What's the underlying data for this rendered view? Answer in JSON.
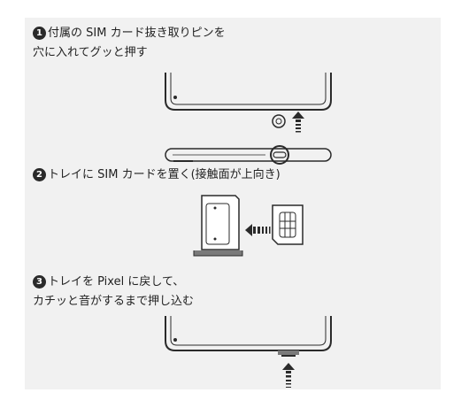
{
  "steps": [
    {
      "num": "1",
      "line1": "付属の SIM カード抜き取りピンを",
      "line2": "穴に入れてグッと押す"
    },
    {
      "num": "2",
      "line1": "トレイに SIM カードを置く(接触面が上向き)"
    },
    {
      "num": "3",
      "line1": "トレイを Pixel に戻して、",
      "line2": "カチッと音がするまで押し込む"
    }
  ],
  "colors": {
    "panel": "#f1f1f1",
    "ink": "#2a2a2a",
    "tray": "#7a7a7a"
  }
}
